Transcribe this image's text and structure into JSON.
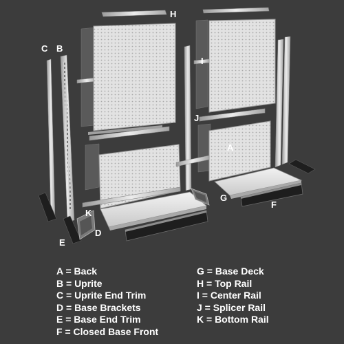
{
  "callouts": {
    "a": "A",
    "b": "B",
    "c": "C",
    "d": "D",
    "e": "E",
    "f": "F",
    "g": "G",
    "h": "H",
    "i": "I",
    "j": "J",
    "k": "K"
  },
  "legend": {
    "left": [
      "A = Back",
      "B = Uprite",
      "C = Uprite End Trim",
      "D = Base Brackets",
      "E = Base End Trim",
      "F = Closed Base Front"
    ],
    "right": [
      "G = Base Deck",
      "H = Top Rail",
      "I = Center Rail",
      "J = Splicer Rail",
      "K = Bottom Rail"
    ]
  },
  "colors": {
    "background": "#3c3c3c",
    "pegboard": "#e4e4e4",
    "metal": "#c8c8c8",
    "trim": "#1e1e1e",
    "text": "#ffffff"
  }
}
